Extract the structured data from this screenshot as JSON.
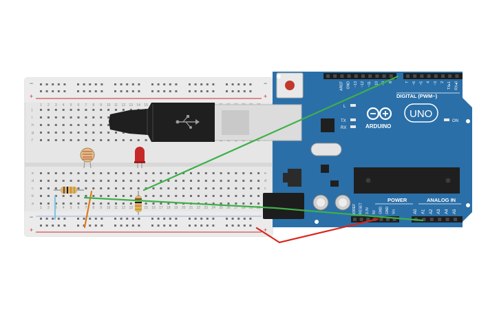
{
  "board": {
    "brand": "ARDUINO",
    "model": "UNO",
    "digital_label": "DIGITAL (PWM~)",
    "power_label": "POWER",
    "analog_label": "ANALOG IN",
    "on_label": "ON",
    "led_l": "L",
    "led_tx": "TX",
    "led_rx": "RX",
    "digital_pins": [
      "AREF",
      "GND",
      "~13",
      "~12",
      "~11",
      "~10",
      "~9",
      "8",
      "7",
      "~6",
      "~5",
      "4",
      "~3",
      "2",
      "TX▸1",
      "RX◂0"
    ],
    "power_pins": [
      "IOREF",
      "RESET",
      "3.3V",
      "5V",
      "GND",
      "GND",
      "Vin"
    ],
    "analog_pins": [
      "A0",
      "A1",
      "A2",
      "A3",
      "A4",
      "A5"
    ]
  },
  "breadboard": {
    "rail_plus": "+",
    "rail_minus": "−",
    "row_labels_top": [
      "j",
      "i",
      "h",
      "g",
      "f"
    ],
    "row_labels_bottom": [
      "e",
      "d",
      "c",
      "b",
      "a"
    ],
    "column_numbers": [
      "1",
      "2",
      "3",
      "4",
      "5",
      "6",
      "7",
      "8",
      "9",
      "10",
      "11",
      "12",
      "13",
      "14",
      "15",
      "16",
      "17",
      "18",
      "19",
      "20",
      "21",
      "22",
      "23",
      "24",
      "25",
      "26",
      "27",
      "28",
      "29",
      "30"
    ]
  },
  "components": {
    "photoresistor": "photoresistor",
    "led": "led",
    "resistor_1": "resistor",
    "resistor_2": "resistor",
    "usb_cable": "usb-cable"
  },
  "colors": {
    "board_blue": "#2a6fa8",
    "wire_green": "#3fb04a",
    "wire_red": "#d9251d",
    "wire_orange": "#e07b1a",
    "wire_blue": "#7fc6e0",
    "rail_red": "#d22a2a",
    "rail_blue": "#2a5fd2"
  }
}
